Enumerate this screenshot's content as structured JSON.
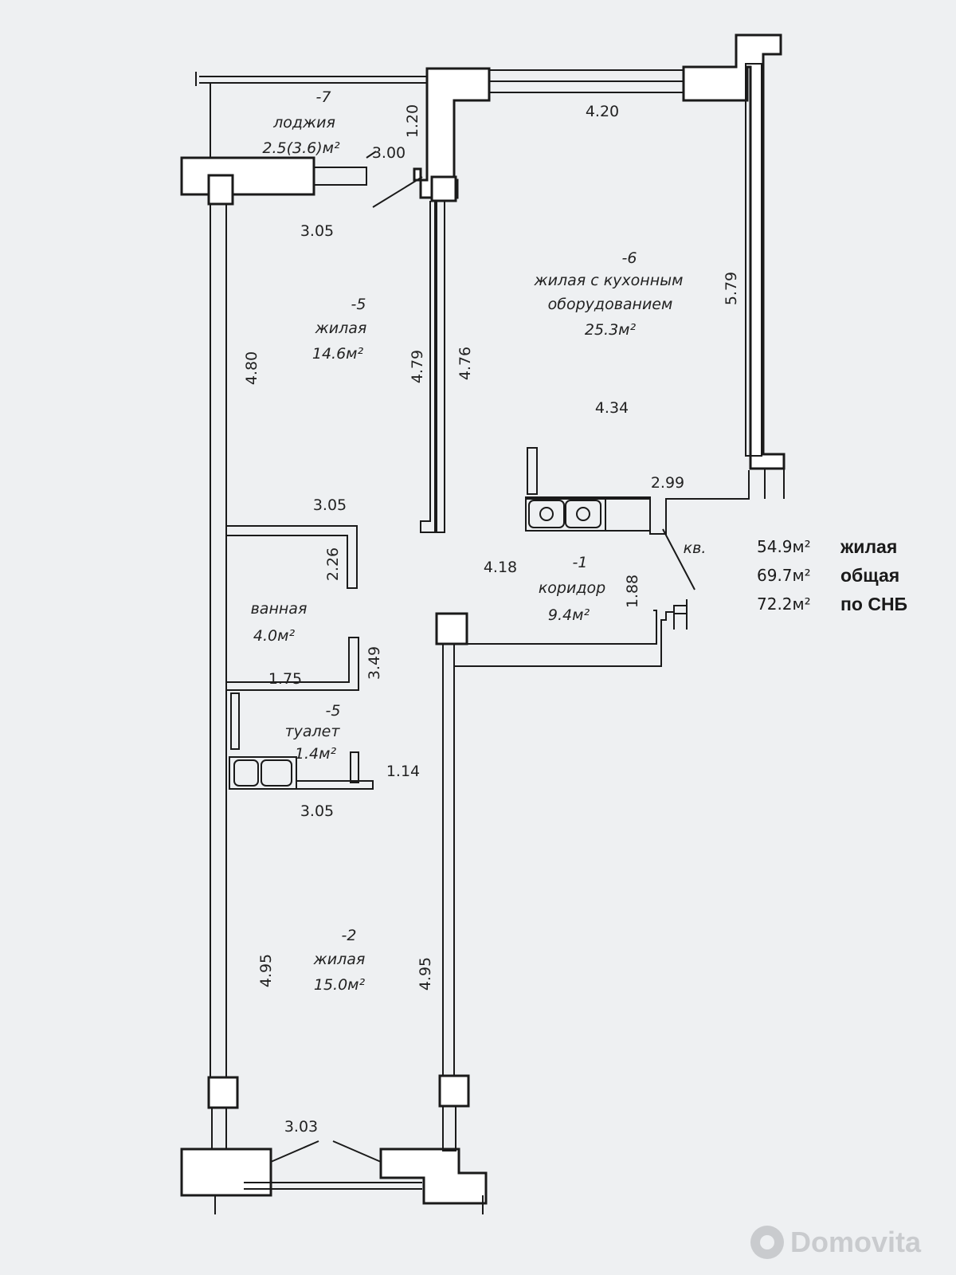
{
  "rooms": {
    "loggia": {
      "num": "-7",
      "name": "лоджия",
      "area": "2.5(3.6)м²"
    },
    "living_kitchen": {
      "num": "-6",
      "name1": "жилая с кухонным",
      "name2": "оборудованием",
      "area": "25.3м²"
    },
    "living_5": {
      "num": "-5",
      "name": "жилая",
      "area": "14.6м²"
    },
    "bath": {
      "name": "ванная",
      "area": "4.0м²"
    },
    "toilet": {
      "num": "-5",
      "name": "туалет",
      "area": "1.4м²"
    },
    "corridor": {
      "num": "-1",
      "name": "коридор",
      "area": "9.4м²"
    },
    "living_2": {
      "num": "-2",
      "name": "жилая",
      "area": "15.0м²"
    },
    "entrance": {
      "label": "кв."
    }
  },
  "dimensions": {
    "d_4_20": "4.20",
    "d_1_20": "1.20",
    "d_3_00": "3.00",
    "d_3_05_top": "3.05",
    "d_5_79": "5.79",
    "d_4_80": "4.80",
    "d_4_79": "4.79",
    "d_4_76": "4.76",
    "d_4_34": "4.34",
    "d_2_99": "2.99",
    "d_3_05_mid": "3.05",
    "d_2_26": "2.26",
    "d_4_18": "4.18",
    "d_1_88": "1.88",
    "d_3_49": "3.49",
    "d_1_75": "1.75",
    "d_1_14": "1.14",
    "d_3_05_low": "3.05",
    "d_4_95_left": "4.95",
    "d_4_95_right": "4.95",
    "d_3_03": "3.03"
  },
  "summary": [
    {
      "value": "54.9м²",
      "name": "жилая"
    },
    {
      "value": "69.7м²",
      "name": "общая"
    },
    {
      "value": "72.2м²",
      "name": "по СНБ"
    }
  ],
  "watermark": "Domovita"
}
